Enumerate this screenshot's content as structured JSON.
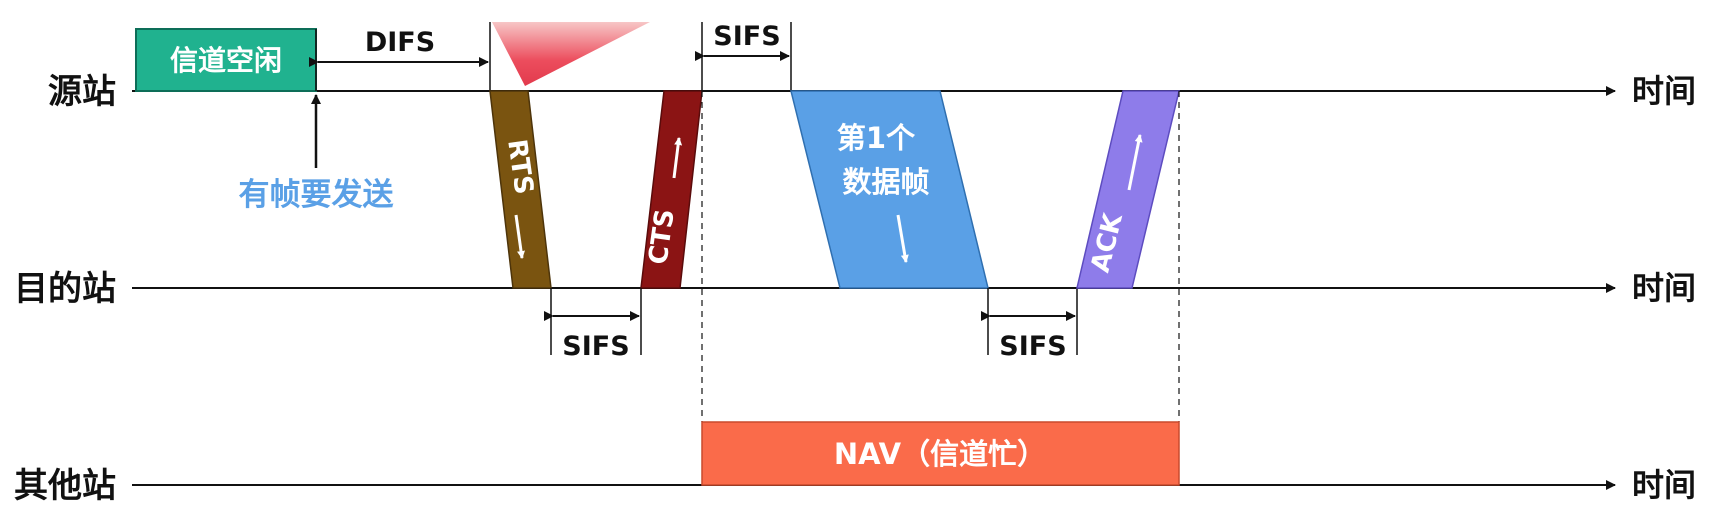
{
  "rows": {
    "source": "源站",
    "destination": "目的站",
    "others": "其他站"
  },
  "time_label": "时间",
  "channel_idle": "信道空闲",
  "difs": "DIFS",
  "sifs": "SIFS",
  "has_frame": "有帧要发送",
  "frames": {
    "rts": "RTS",
    "cts": "CTS",
    "data_line1": "第1个",
    "data_line2": "数据帧",
    "ack": "ACK"
  },
  "nav": "NAV（信道忙）",
  "colors": {
    "idle": "#20b28f",
    "rts": "#7a5410",
    "cts": "#8b1414",
    "data": "#5aa0e6",
    "ack": "#8e7cea",
    "nav": "#fa6b4a",
    "hint_text": "#5aa0e6",
    "red_wedge": "#ec4d5d"
  }
}
